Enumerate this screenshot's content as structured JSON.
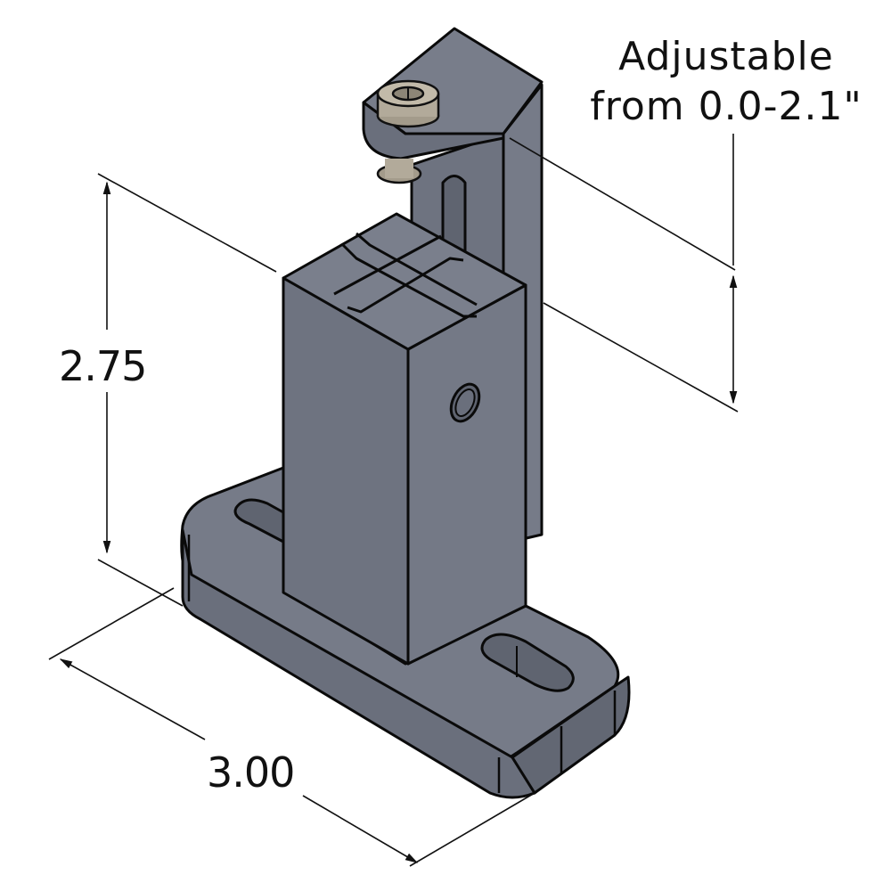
{
  "diagram": {
    "type": "isometric-cad-drawing",
    "subject": "adjustable stop bracket with clamp arm and socket head cap screw",
    "colors": {
      "part_fill": "#6e7380",
      "part_fill_light": "#7a7f8c",
      "part_fill_dark": "#5f6470",
      "edge": "#0a0a0a",
      "screw": "#b2aa9a",
      "background": "#ffffff"
    }
  },
  "annotations": {
    "adjustable_line1": "Adjustable",
    "adjustable_line2": "from 0.0-2.1\"",
    "height_dimension": "2.75",
    "length_dimension": "3.00"
  }
}
